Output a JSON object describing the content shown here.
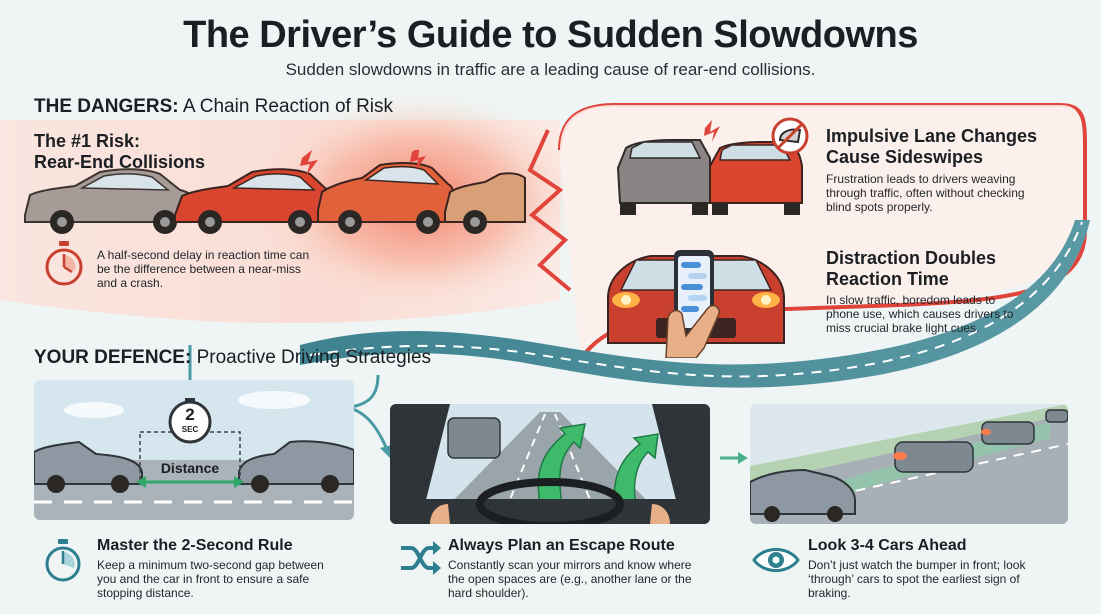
{
  "header": {
    "title": "The Driver’s Guide to Sudden Slowdowns",
    "subtitle": "Sudden slowdowns in traffic are a leading cause of rear-end collisions."
  },
  "dangers": {
    "heading_bold": "THE DANGERS:",
    "heading_rest": " A Chain Reaction of Risk",
    "rear_end": {
      "title_line1": "The #1 Risk:",
      "title_line2": "Rear-End Collisions",
      "text": "A half-second delay in reaction time can be the difference between a near-miss and a crash.",
      "icon": "stopwatch-icon"
    },
    "lane_change": {
      "title_line1": "Impulsive Lane Changes",
      "title_line2": "Cause Sideswipes",
      "text": "Frustration leads to drivers weaving through traffic, often without checking blind spots properly.",
      "icon": "mirror-icon"
    },
    "distraction": {
      "title_line1": "Distraction Doubles",
      "title_line2": "Reaction Time",
      "text": "In slow traffic, boredom leads to phone use, which causes drivers to miss crucial brake light cues."
    }
  },
  "defence": {
    "heading_bold": "YOUR DEFENCE:",
    "heading_rest": " Proactive Driving Strategies",
    "gap_rule": {
      "title": "Master the 2-Second Rule",
      "text": "Keep a minimum two-second gap between you and the car in front to ensure a safe stopping distance.",
      "timer_value": "2",
      "timer_unit": "SEC",
      "distance_label": "Distance",
      "icon": "stopwatch-icon"
    },
    "escape_route": {
      "title": "Always Plan an Escape Route",
      "text": "Constantly scan your mirrors and know where the open spaces are (e.g., another lane or the hard shoulder).",
      "icon": "shuffle-arrows-icon"
    },
    "look_ahead": {
      "title": "Look 3-4 Cars Ahead",
      "text": "Don’t just watch the bumper in front; look ‘through’ cars to spot the earliest sign of braking.",
      "icon": "eye-icon"
    }
  },
  "colors": {
    "danger_red": "#e0443a",
    "teal_accent": "#2d7f8f",
    "road_teal": "#3d7f8a",
    "green_arrow": "#3dbb6a"
  }
}
